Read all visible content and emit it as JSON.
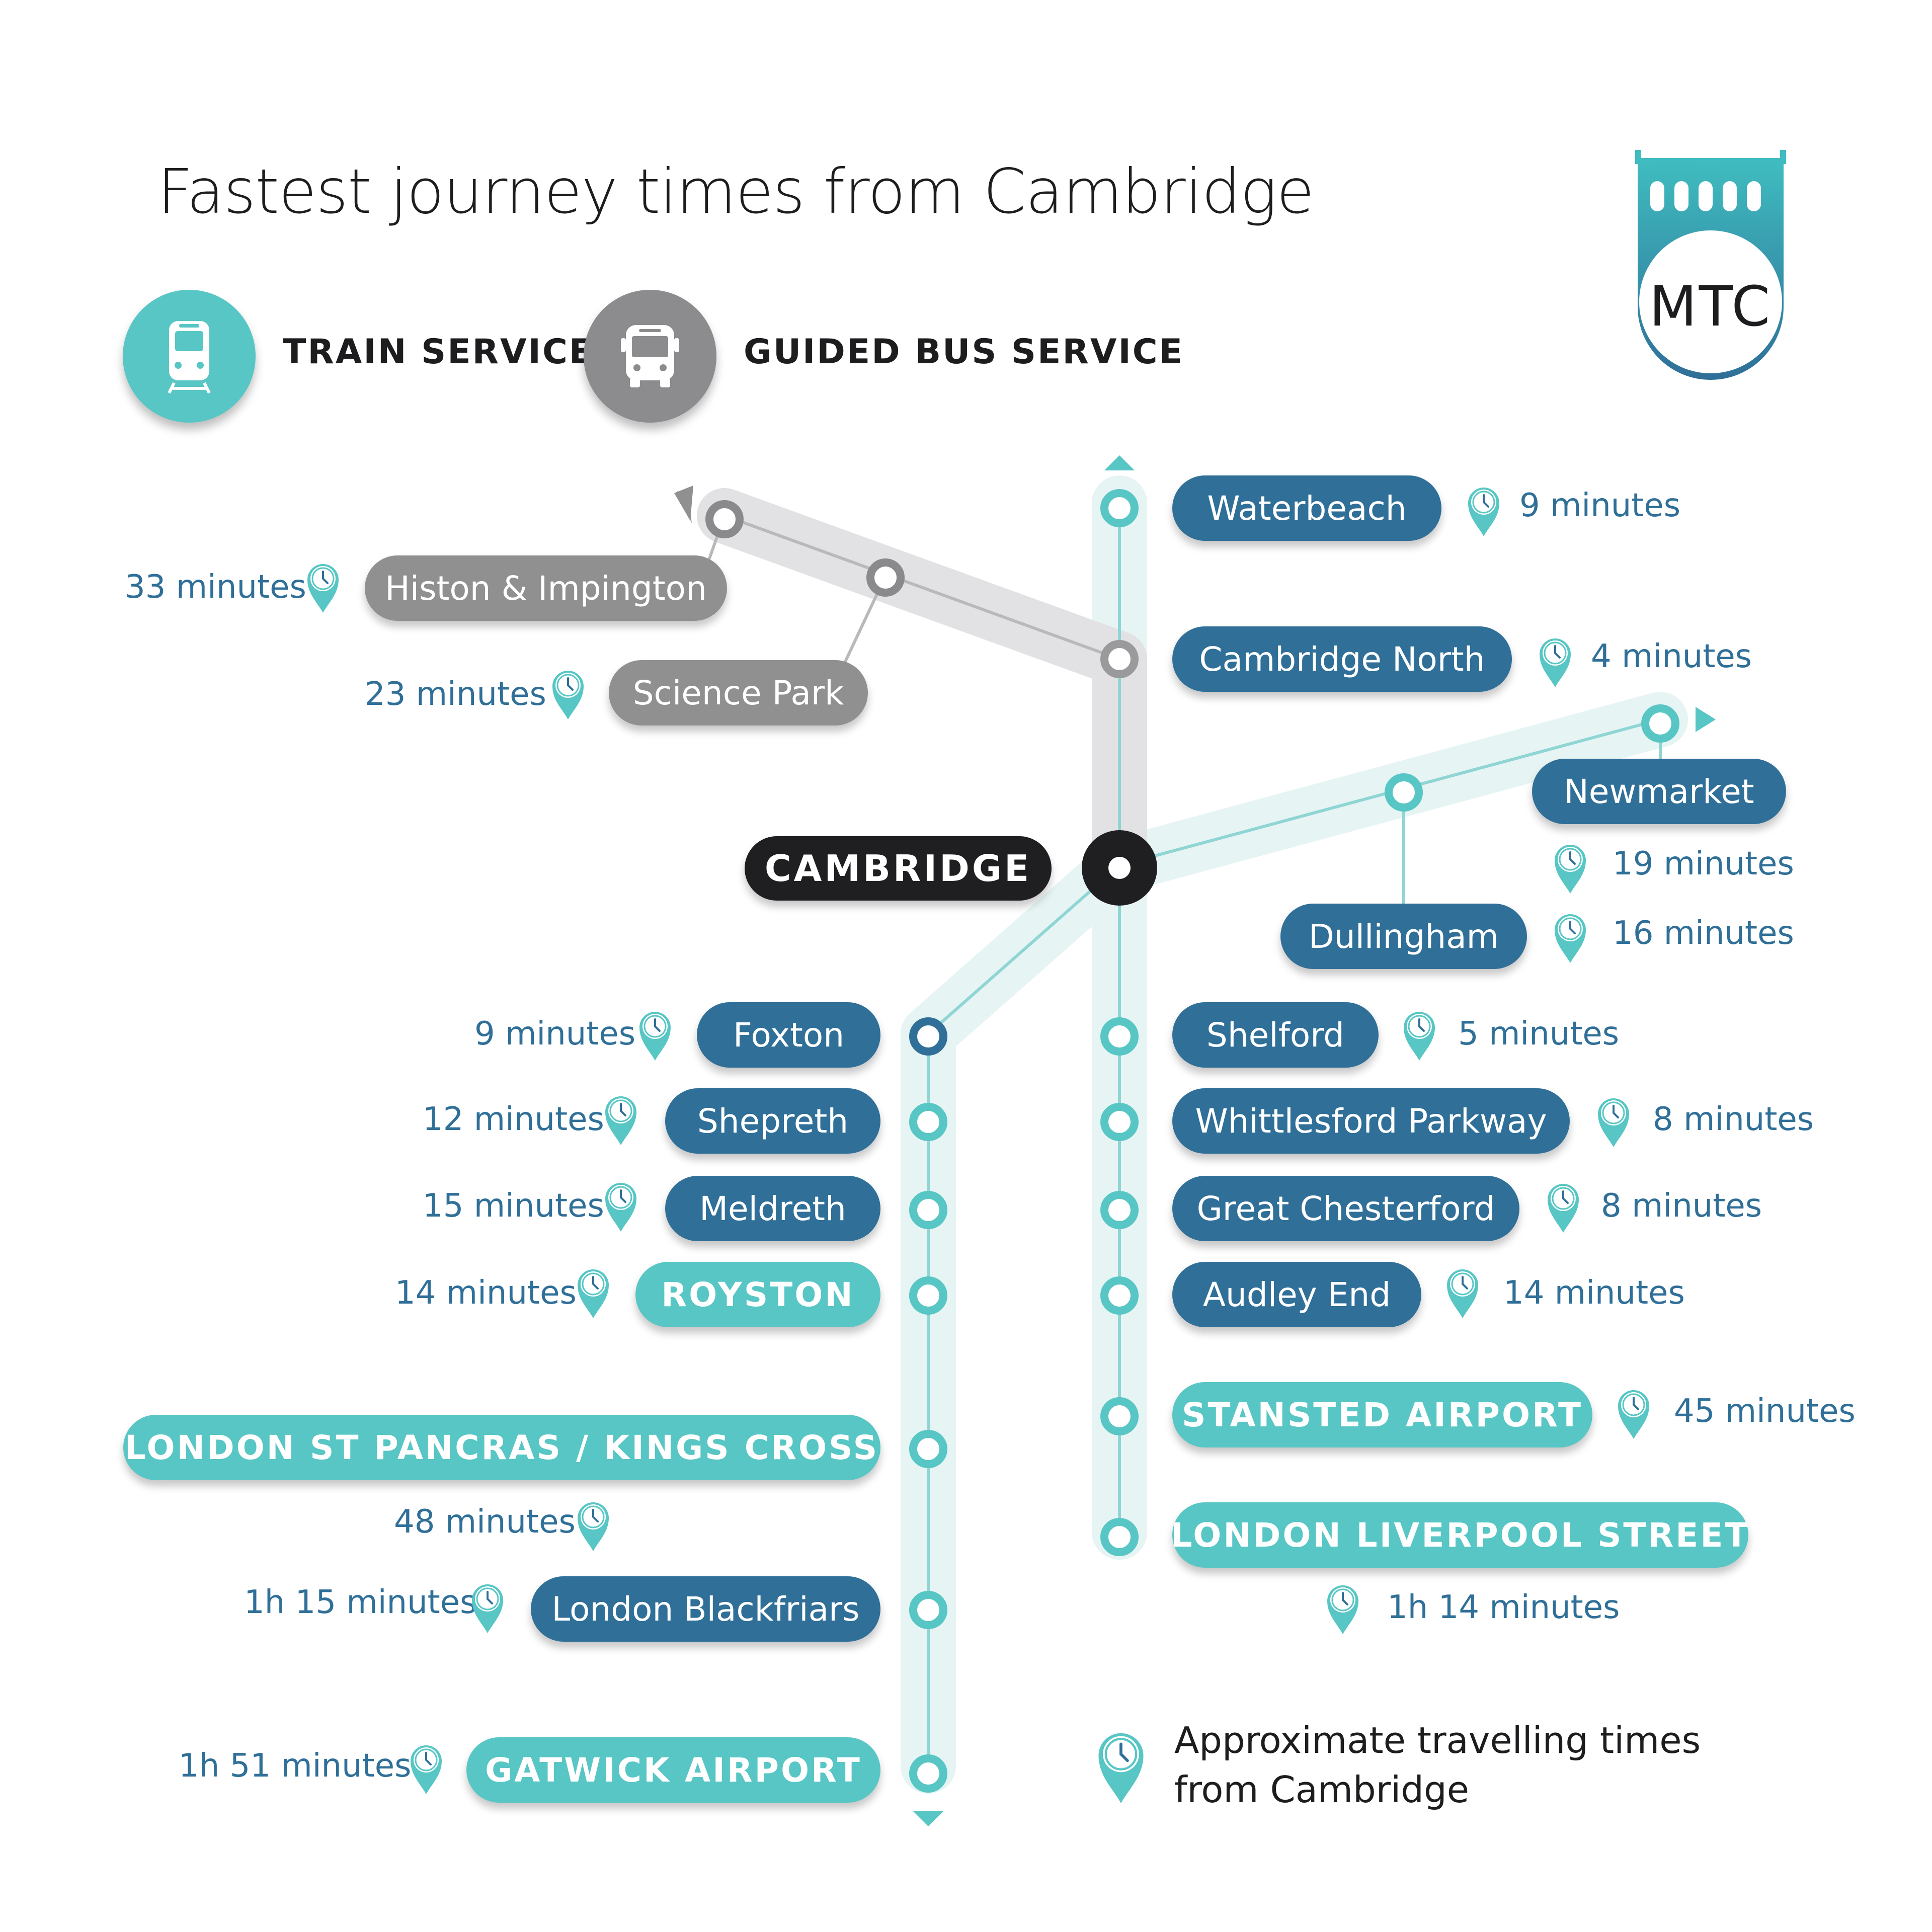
{
  "title": "Fastest journey times from Cambridge",
  "legend": {
    "train_label": "TRAIN SERVICE",
    "bus_label": "GUIDED BUS SERVICE",
    "train_icon": "train-icon",
    "bus_icon": "bus-icon"
  },
  "logo_text": "MTC",
  "hub": "CAMBRIDGE",
  "colors": {
    "train_blue": "#2f6f98",
    "bus_grey": "#909090",
    "teal": "#57c6c4",
    "line_light": "#e6f4f4",
    "hub": "#1f1f22"
  },
  "stations": {
    "waterbeach": {
      "name": "Waterbeach",
      "time": "9 minutes"
    },
    "cambridge_north": {
      "name": "Cambridge North",
      "time": "4 minutes"
    },
    "newmarket": {
      "name": "Newmarket",
      "time": "19 minutes"
    },
    "dullingham": {
      "name": "Dullingham",
      "time": "16 minutes"
    },
    "histon": {
      "name": "Histon & Impington",
      "time": "33 minutes"
    },
    "science_park": {
      "name": "Science Park",
      "time": "23 minutes"
    },
    "foxton": {
      "name": "Foxton",
      "time": "9 minutes"
    },
    "shepreth": {
      "name": "Shepreth",
      "time": "12 minutes"
    },
    "meldreth": {
      "name": "Meldreth",
      "time": "15 minutes"
    },
    "royston": {
      "name": "ROYSTON",
      "time": "14 minutes"
    },
    "st_pancras": {
      "name": "LONDON ST PANCRAS / KINGS CROSS",
      "time": "48 minutes"
    },
    "blackfriars": {
      "name": "London Blackfriars",
      "time": "1h 15 minutes"
    },
    "gatwick": {
      "name": "GATWICK AIRPORT",
      "time": "1h 51 minutes"
    },
    "shelford": {
      "name": "Shelford",
      "time": "5 minutes"
    },
    "whittlesford": {
      "name": "Whittlesford Parkway",
      "time": "8 minutes"
    },
    "great_chesterford": {
      "name": "Great Chesterford",
      "time": "8 minutes"
    },
    "audley_end": {
      "name": "Audley End",
      "time": "14 minutes"
    },
    "stansted": {
      "name": "STANSTED AIRPORT",
      "time": "45 minutes"
    },
    "liverpool_street": {
      "name": "LONDON LIVERPOOL STREET",
      "time": "1h 14 minutes"
    }
  },
  "note": {
    "line1": "Approximate travelling times",
    "line2": "from Cambridge",
    "icon": "clock-pin-icon"
  }
}
